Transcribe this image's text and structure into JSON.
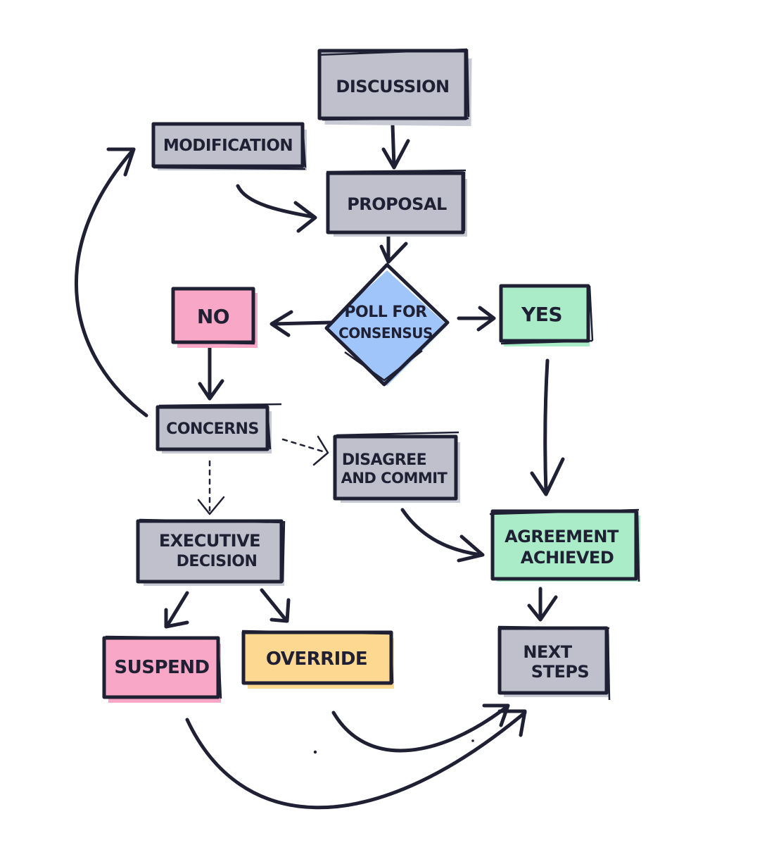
{
  "colors": {
    "gray": "#bfc0cb",
    "pink": "#f8a7c6",
    "green": "#a9ecc7",
    "blue": "#9fc5fb",
    "yellow": "#fdd890",
    "ink": "#1f2033"
  },
  "nodes": {
    "discussion": "DISCUSSION",
    "modification": "MODIFICATION",
    "proposal": "PROPOSAL",
    "poll_line1": "POLL FOR",
    "poll_line2": "CONSENSUS",
    "no": "NO",
    "yes": "YES",
    "concerns": "CONCERNS",
    "disagree_line1": "DISAGREE",
    "disagree_line2": "AND COMMIT",
    "executive_line1": "EXECUTIVE",
    "executive_line2": "DECISION",
    "agreement_line1": "AGREEMENT",
    "agreement_line2": "ACHIEVED",
    "suspend": "SUSPEND",
    "override": "OVERRIDE",
    "next_line1": "NEXT",
    "next_line2": "STEPS"
  }
}
